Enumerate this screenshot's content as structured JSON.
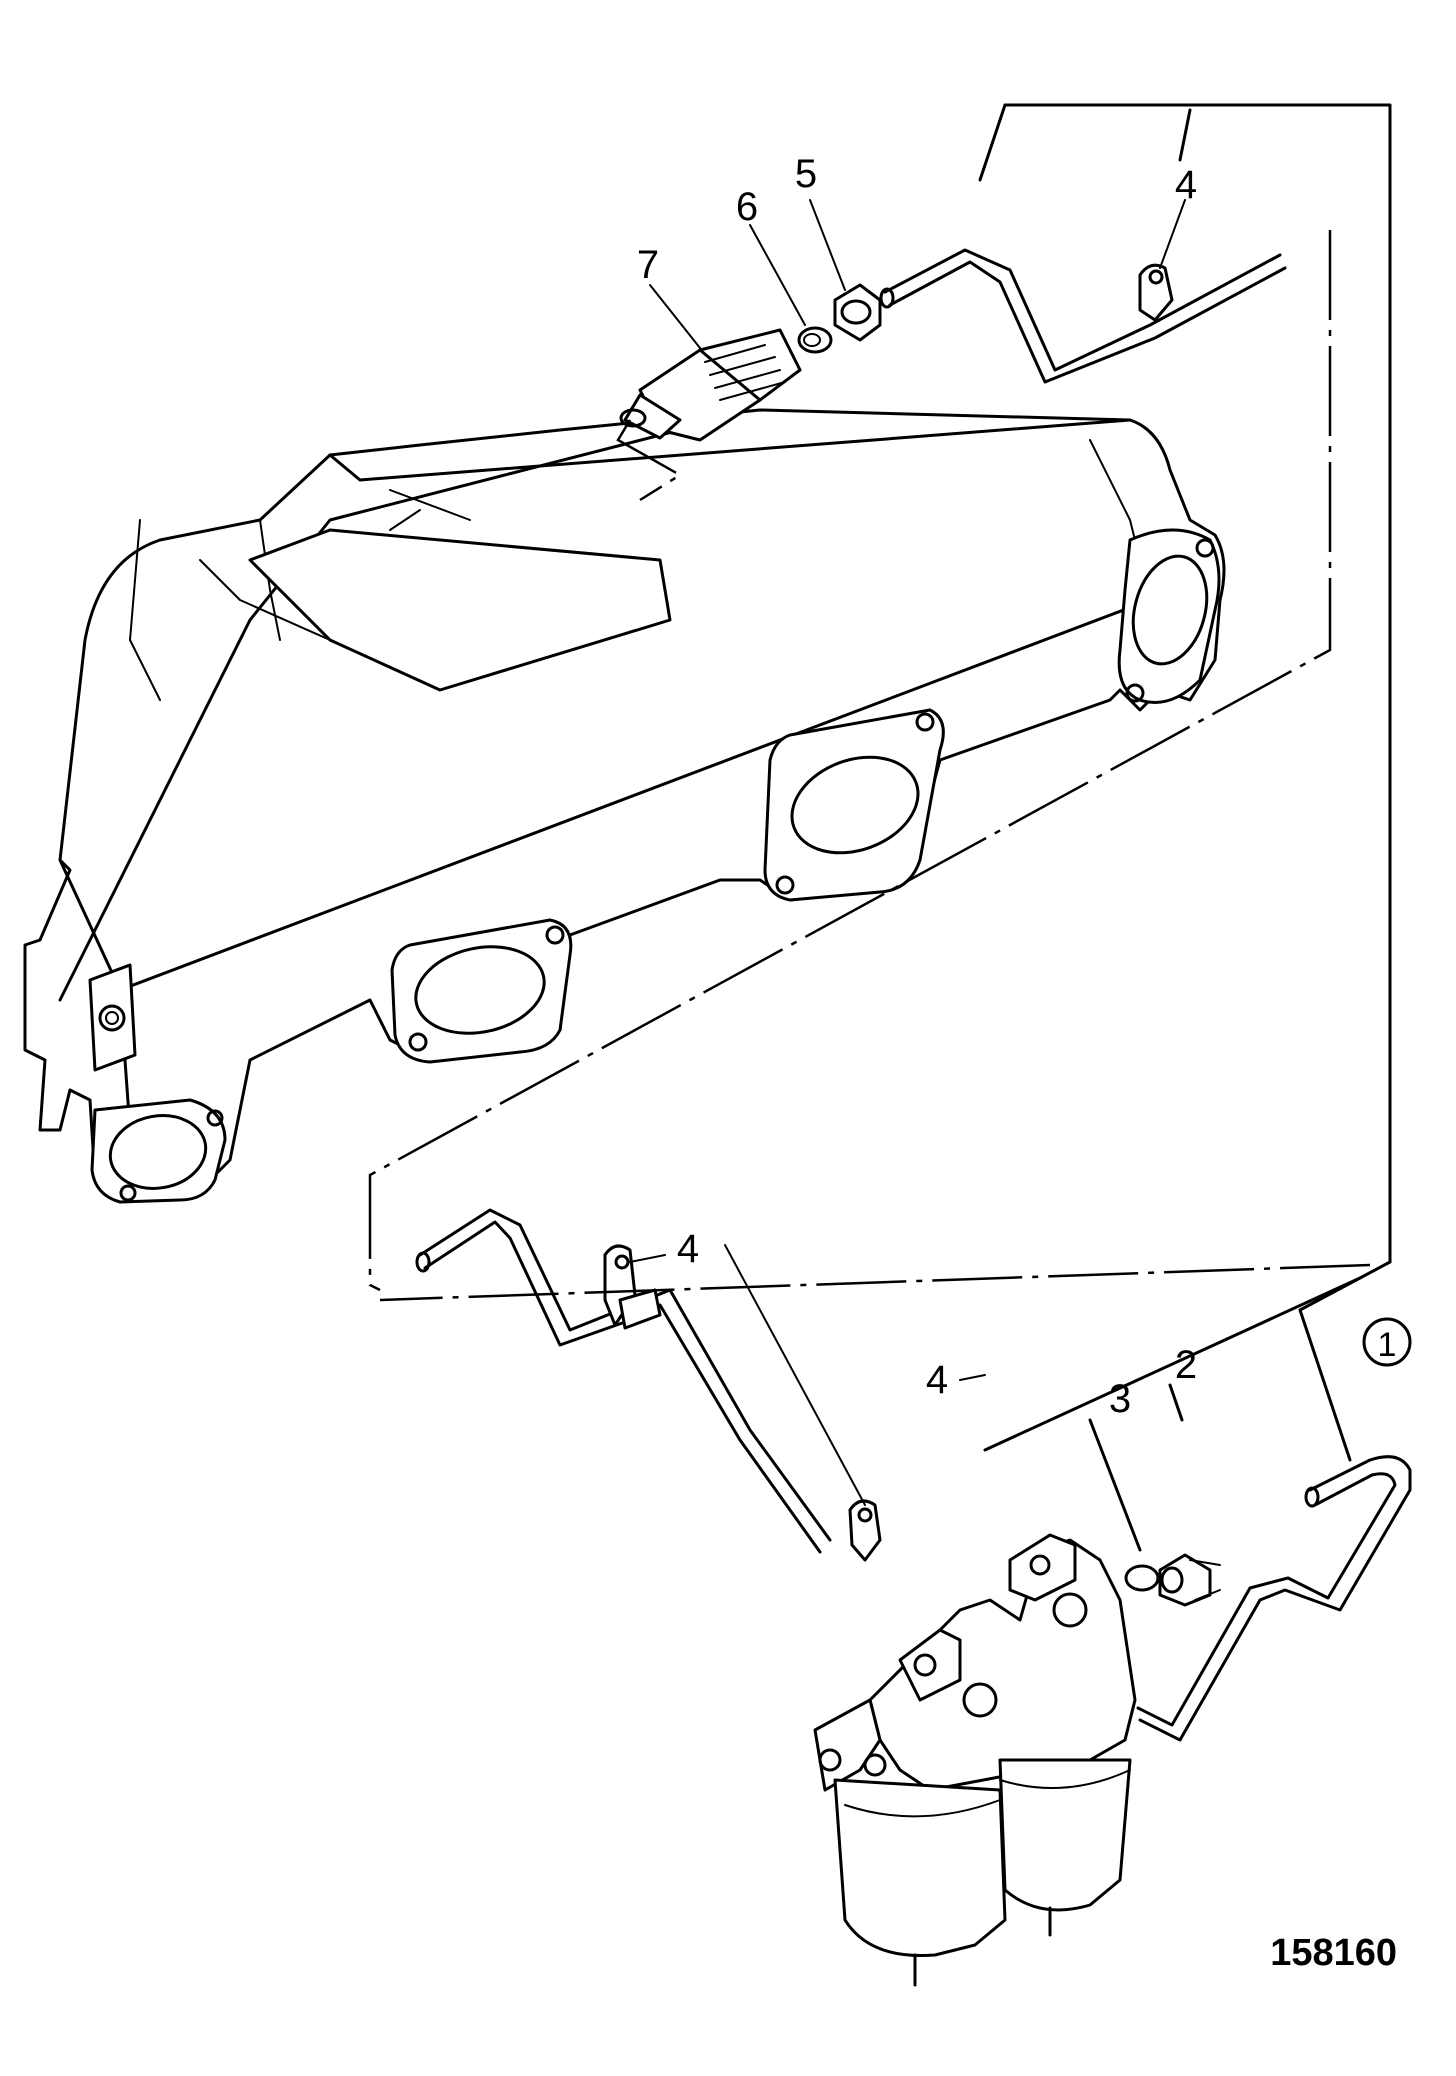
{
  "callouts": {
    "c1": "1",
    "c2": "2",
    "c3": "3",
    "c4a": "4",
    "c4b": "4",
    "c4c": "4",
    "c5": "5",
    "c6": "6",
    "c7": "7"
  },
  "figure_id": "158160"
}
